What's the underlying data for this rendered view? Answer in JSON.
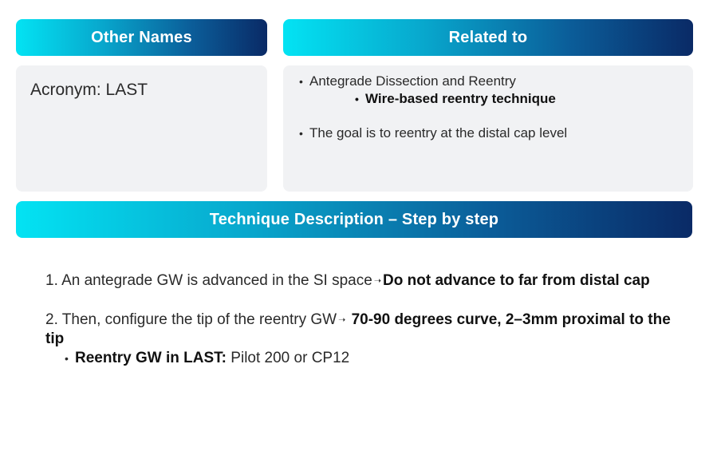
{
  "headers": {
    "other_names": "Other Names",
    "related_to": "Related to",
    "technique": "Technique Description – Step by step"
  },
  "other_names": {
    "acronym": "Acronym: LAST"
  },
  "related": {
    "item1": "Antegrade Dissection and Reentry",
    "item1_sub": "Wire-based reentry technique",
    "item2": "The goal is to reentry at the distal cap level"
  },
  "steps": {
    "step1_text": "1. An antegrade GW is advanced in the SI space",
    "step1_arrow": "➝",
    "step1_bold": "Do not advance to far from distal cap",
    "step2_text": "2. Then, configure the tip of the reentry GW",
    "step2_arrow": "➝",
    "step2_bold": "70-90 degrees curve, 2–3mm proximal to the tip",
    "sub_bold": "Reentry GW in LAST:",
    "sub_text": "Pilot 200 or CP12"
  },
  "colors": {
    "gradient_start": "#03e3f3",
    "gradient_end": "#0a2a66",
    "card_bg": "#f1f2f4"
  }
}
